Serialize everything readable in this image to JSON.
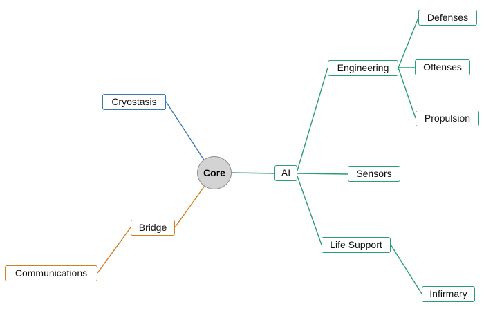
{
  "colors": {
    "green": "#2a9d74",
    "blue": "#3d79b0",
    "orange": "#cf7f24",
    "core_fill": "#d3d3d3",
    "core_border": "#8d8d8d"
  },
  "mindmap": {
    "root": "Core",
    "nodes": {
      "cryostasis": "Cryostasis",
      "bridge": "Bridge",
      "communications": "Communications",
      "ai": "AI",
      "engineering": "Engineering",
      "sensors": "Sensors",
      "life_support": "Life Support",
      "defenses": "Defenses",
      "offenses": "Offenses",
      "propulsion": "Propulsion",
      "infirmary": "Infirmary"
    },
    "edges": [
      {
        "from": "core",
        "to": "cryostasis",
        "color": "#3d79b0"
      },
      {
        "from": "core",
        "to": "bridge",
        "color": "#cf7f24"
      },
      {
        "from": "bridge",
        "to": "communications",
        "color": "#cf7f24"
      },
      {
        "from": "core",
        "to": "ai",
        "color": "#2a9d74"
      },
      {
        "from": "ai",
        "to": "engineering",
        "color": "#2a9d74"
      },
      {
        "from": "ai",
        "to": "sensors",
        "color": "#2a9d74"
      },
      {
        "from": "ai",
        "to": "life_support",
        "color": "#2a9d74"
      },
      {
        "from": "engineering",
        "to": "defenses",
        "color": "#2a9d74"
      },
      {
        "from": "engineering",
        "to": "offenses",
        "color": "#2a9d74"
      },
      {
        "from": "engineering",
        "to": "propulsion",
        "color": "#2a9d74"
      },
      {
        "from": "life_support",
        "to": "infirmary",
        "color": "#2a9d74"
      }
    ]
  }
}
